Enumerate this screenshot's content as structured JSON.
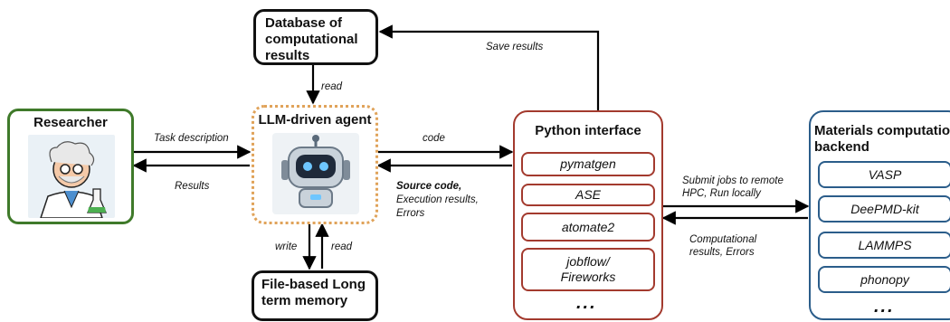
{
  "database": {
    "title": "Database of computational results"
  },
  "researcher": {
    "title": "Researcher"
  },
  "agent": {
    "title": "LLM-driven agent"
  },
  "memory": {
    "title": "File-based Long term memory"
  },
  "python": {
    "title": "Python interface",
    "items": [
      "pymatgen",
      "ASE",
      "atomate2",
      "jobflow/ Fireworks"
    ],
    "ellipsis": "..."
  },
  "backend": {
    "title": "Materials computations backend",
    "items": [
      "VASP",
      "DeePMD-kit",
      "LAMMPS",
      "phonopy"
    ],
    "ellipsis": "..."
  },
  "labels": {
    "save_results": "Save results",
    "read_db": "read",
    "task_description": "Task description",
    "results": "Results",
    "code": "code",
    "source_code": "Source code,",
    "execution_results": "Execution results,",
    "errors": "Errors",
    "write": "write",
    "read_mem": "read",
    "submit_jobs": "Submit jobs to remote",
    "hpc_run": "HPC, Run locally",
    "comp_results": "Computational",
    "comp_errors": "results, Errors"
  },
  "colors": {
    "researcher_border": "#3f7a2a",
    "agent_border": "#e0a35a",
    "python_border": "#a33a2e",
    "backend_border": "#2b5d8a"
  }
}
